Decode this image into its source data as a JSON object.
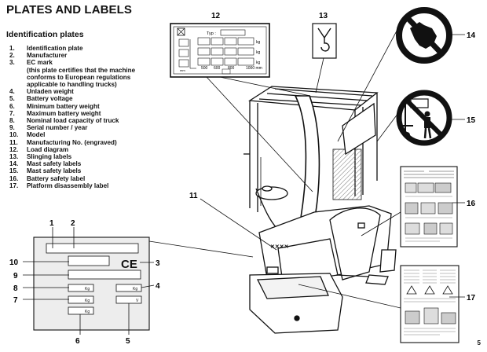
{
  "header": {
    "title": "PLATES AND LABELS",
    "subtitle": "Identification plates"
  },
  "identification_list": [
    {
      "num": "1.",
      "text": "Identification  plate"
    },
    {
      "num": "2.",
      "text": "Manufacturer"
    },
    {
      "num": "3.",
      "text": "EC mark"
    },
    {
      "num": "",
      "text": "(this plate certifies that the machine"
    },
    {
      "num": "",
      "text": "conforms to European regulations"
    },
    {
      "num": "",
      "text": "applicable to handling trucks)"
    },
    {
      "num": "4.",
      "text": "Unladen  weight"
    },
    {
      "num": "5.",
      "text": "Battery  voltage"
    },
    {
      "num": "6.",
      "text": "Minimum  battery  weight"
    },
    {
      "num": "7.",
      "text": "Maximum  battery  weight"
    },
    {
      "num": "8.",
      "text": "Nominal  load  capacity  of  truck"
    },
    {
      "num": "9.",
      "text": "Serial  number  /  year"
    },
    {
      "num": "10.",
      "text": "Model"
    },
    {
      "num": "11.",
      "text": "Manufacturing  No.  (engraved)"
    },
    {
      "num": "12.",
      "text": "Load  diagram"
    },
    {
      "num": "13.",
      "text": "Slinging labels"
    },
    {
      "num": "14.",
      "text": "Mast  safety  labels"
    },
    {
      "num": "15.",
      "text": "Mast safety labels"
    },
    {
      "num": "16.",
      "text": "Battery safety label"
    },
    {
      "num": "17.",
      "text": "Platform disassembly label"
    }
  ],
  "callouts": {
    "c1": "1",
    "c2": "2",
    "c3": "3",
    "c4": "4",
    "c5": "5",
    "c6": "6",
    "c7": "7",
    "c8": "8",
    "c9": "9",
    "c10": "10",
    "c11": "11",
    "c12": "12",
    "c13": "13",
    "c14": "14",
    "c15": "15",
    "c16": "16",
    "c17": "17"
  },
  "load_diagram": {
    "typ_label": "Typ :",
    "kg_label": "kg",
    "mm_label": "mm",
    "heights": [
      "500",
      "600",
      "800",
      "1000 mm"
    ]
  },
  "id_plate": {
    "ce_mark": "CE",
    "kg_label": "Kg",
    "v_label": "V"
  },
  "page_number": "5",
  "colors": {
    "ink": "#111111",
    "panel_fill": "#ededed"
  },
  "icons": [
    "no-hands-icon",
    "no-standing-under-load-icon",
    "sling-hook-icon",
    "ce-mark-icon"
  ]
}
